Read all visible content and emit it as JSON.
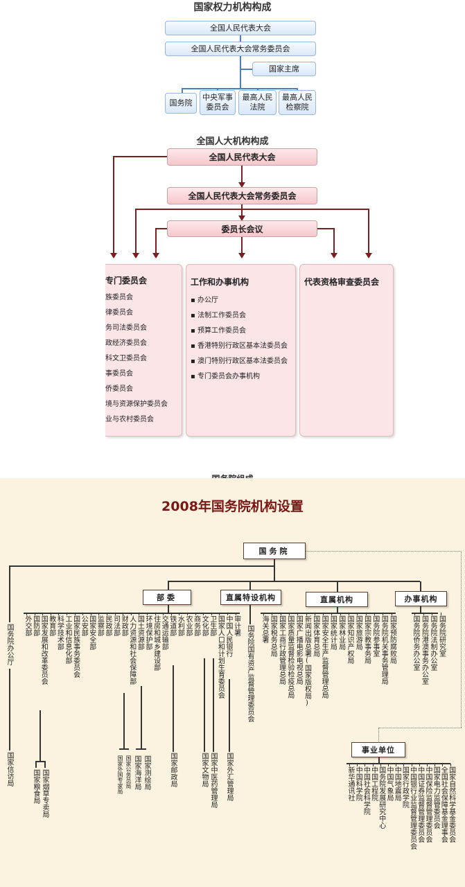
{
  "section1": {
    "title": "国家权力机构构成",
    "npc": "全国人民代表大会",
    "standing": "全国人民代表大会常务委员会",
    "president": "国家主席",
    "bottom": [
      "国务院",
      "中央军事\n委员会",
      "最高人民\n法院",
      "最高人民\n检察院"
    ]
  },
  "section2": {
    "title": "全国人大机构构成",
    "npc": "全国人民代表大会",
    "standing": "全国人民代表大会常务委员会",
    "chairmen": "委员长会议",
    "special": {
      "heading": "专门委员会",
      "items": [
        "民族委员会",
        "法律委员会",
        "内务司法委员会",
        "财政经济委员会",
        "教科文卫委员会",
        "外事委员会",
        "华侨委员会",
        "环境与资源保护委员会",
        "农业与农村委员会"
      ]
    },
    "work": {
      "heading": "工作和办事机构",
      "items": [
        "办公厅",
        "法制工作委员会",
        "预算工作委员会",
        "香港特别行政区基本法委员会",
        "澳门特别行政区基本法委员会",
        "专门委员会办事机构"
      ]
    },
    "credentials": "代表资格审查委员会"
  },
  "section3": {
    "caption": "国务院组成",
    "title": "2008年国务院机构设置",
    "root": "国务院",
    "ministries": "部委",
    "direct_special": "直属特设机构",
    "direct": "直属机构",
    "offices": "办事机构",
    "institutions": "事业单位",
    "general_office": "国务院办公厅",
    "petition": "国家信访局",
    "ministry_list": [
      "外交部",
      "国防部",
      "国家发展和改革委员会",
      "教育部",
      "科学技术部",
      "工业和信息化部",
      "国家民族事务委员会",
      "公安部",
      "国家安全部",
      "监察部",
      "民政部",
      "司法部",
      "财政部",
      "人力资源和社会保障部",
      "国土资源部",
      "环境保护部",
      "住房和城乡建设部",
      "交通运输部",
      "铁道部",
      "水利部",
      "农业部",
      "商务部",
      "文化部",
      "卫生部",
      "国家人口和计划生育委员会",
      "中国人民银行",
      "审计署"
    ],
    "ministry_sub": [
      "国家粮食局",
      "国家烟草专卖局",
      "国家外国专家局",
      "国家公务员局",
      "国家海洋局",
      "国家测绘局",
      "国家邮政局",
      "国家文物局",
      "国家中医药管理局",
      "国家外汇管理局"
    ],
    "sasac": "国务院国有资产监督管理委员会",
    "direct_list": [
      "海关总署",
      "国家税务总局",
      "国家工商行政管理总局",
      "国家质量监督检验检疫总局",
      "国家广播电影电视总局",
      "新闻出版总署(国家版权局)",
      "国家体育总局",
      "国家安全生产监督管理总局",
      "国家统计局",
      "国家林业局",
      "国家知识产权局",
      "国家旅游局",
      "国家宗教事务局",
      "国务院参事室",
      "国务院机关事务管理局",
      "国家预防腐败局"
    ],
    "office_list": [
      "国务院侨务办公室",
      "国务院港澳事务办公室",
      "国务院法制办公室",
      "国务院研究室"
    ],
    "institution_list": [
      "新华通讯社",
      "中国科学院",
      "中国社会科学院",
      "中国工程院",
      "国务院发展研究中心",
      "中国气象局",
      "中国地震局",
      "国家行政学院",
      "中国银行业监督管理委员会",
      "中国证券监督管理委员会",
      "中国保险监督管理委员会",
      "国家电力监管委员会",
      "全国社会保障基金理事会",
      "国家自然科学基金委员会"
    ]
  }
}
